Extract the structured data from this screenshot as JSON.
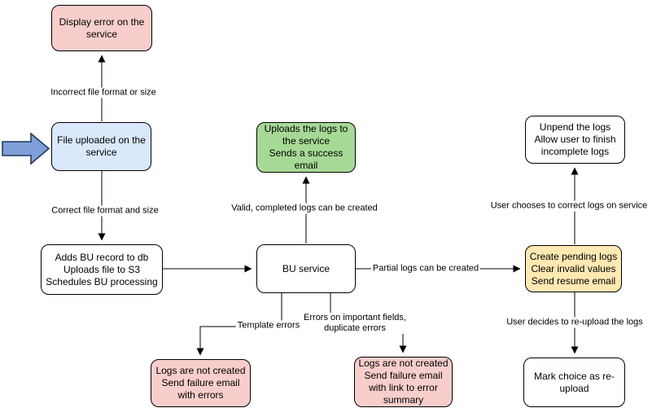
{
  "diagram": {
    "background": "#ffffff",
    "stroke_color": "#000000",
    "big_arrow": {
      "name": "entry-arrow",
      "fill": "#7e9fd8",
      "stroke": "#1b3556"
    },
    "nodes": {
      "display_error": {
        "text": "Display error on the\nservice",
        "fill": "#f8cecc"
      },
      "file_uploaded": {
        "text": "File uploaded on the\nservice",
        "fill": "#dae8fc"
      },
      "adds_bu": {
        "text": "Adds BU record to db\nUploads file to S3\nSchedules BU processing",
        "fill": "#ffffff"
      },
      "bu_service": {
        "text": "BU service",
        "fill": "#ffffff"
      },
      "success": {
        "text": "Uploads the logs to\nthe service\nSends a success\nemail",
        "fill": "#a6d996"
      },
      "unpend": {
        "text": "Unpend the logs\nAllow user to finish\nincomplete logs",
        "fill": "#ffffff"
      },
      "pending": {
        "text": "Create pending logs\nClear invalid values\nSend resume email",
        "fill": "#ffe9b3"
      },
      "mark_reupload": {
        "text": "Mark choice as re-\nupload",
        "fill": "#ffffff"
      },
      "fail_template": {
        "text": "Logs are not created\nSend failure email\nwith errors",
        "fill": "#f8cecc"
      },
      "fail_fields": {
        "text": "Logs are not created\nSend failure email\nwith link to error\nsummary",
        "fill": "#f8cecc"
      }
    },
    "edge_labels": {
      "incorrect": "Incorrect file format or size",
      "correct": "Correct file format and size",
      "valid": "Valid, completed logs can be created",
      "partial": "Partial logs can be created",
      "template": "Template errors",
      "fields": "Errors on important fields,\nduplicate errors",
      "user_chooses": "User chooses to correct logs on service",
      "user_decides": "User decides to re-upload the logs"
    }
  }
}
